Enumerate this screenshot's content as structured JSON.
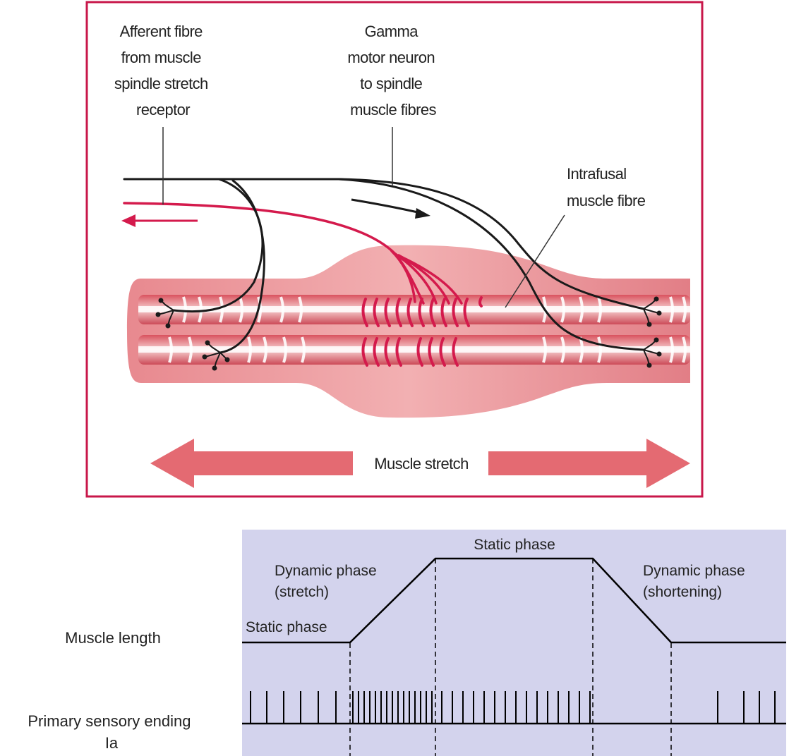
{
  "top_figure": {
    "labels": {
      "afferent": [
        "Afferent fibre",
        "from muscle",
        "spindle stretch",
        "receptor"
      ],
      "gamma": [
        "Gamma",
        "motor neuron",
        "to spindle",
        "muscle fibres"
      ],
      "intrafusal": [
        "Intrafusal",
        "muscle fibre"
      ],
      "stretch": "Muscle stretch"
    },
    "colors": {
      "frame": "#c8174a",
      "sensory_fibre": "#d41a4c",
      "motor_fibre": "#1a1a1a",
      "muscle_body": "#ea8f94",
      "arrow_fill": "#e46a72"
    }
  },
  "bottom_figure": {
    "phase_labels": {
      "static_top": "Static phase",
      "dynamic_stretch": [
        "Dynamic phase",
        "(stretch)"
      ],
      "dynamic_shortening": [
        "Dynamic phase",
        "(shortening)"
      ],
      "static_left": "Static phase"
    },
    "row_labels": {
      "muscle_length": "Muscle length",
      "primary_ending": [
        "Primary sensory ending",
        "Ia"
      ]
    },
    "colors": {
      "panel_bg": "#d3d3ed",
      "trace": "#000000"
    }
  }
}
